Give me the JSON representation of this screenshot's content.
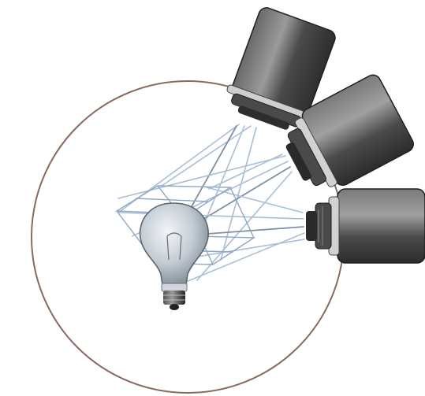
{
  "colors": {
    "background": "#ffffff",
    "circle": "#8a6a5e",
    "rays": "#a9bfd6",
    "rays_dark": "#7f8fa3",
    "camera_body": "#3a3a3a",
    "camera_highlight": "#8c8c8c",
    "lens_ring": "#c8c8c8",
    "bulb_glass": "#b9c3cc",
    "bulb_base": "#2b2b2b"
  },
  "scene": {
    "cameras": [
      {
        "name": "camera-top"
      },
      {
        "name": "camera-middle"
      },
      {
        "name": "camera-right"
      }
    ],
    "light": {
      "name": "light-bulb"
    }
  }
}
